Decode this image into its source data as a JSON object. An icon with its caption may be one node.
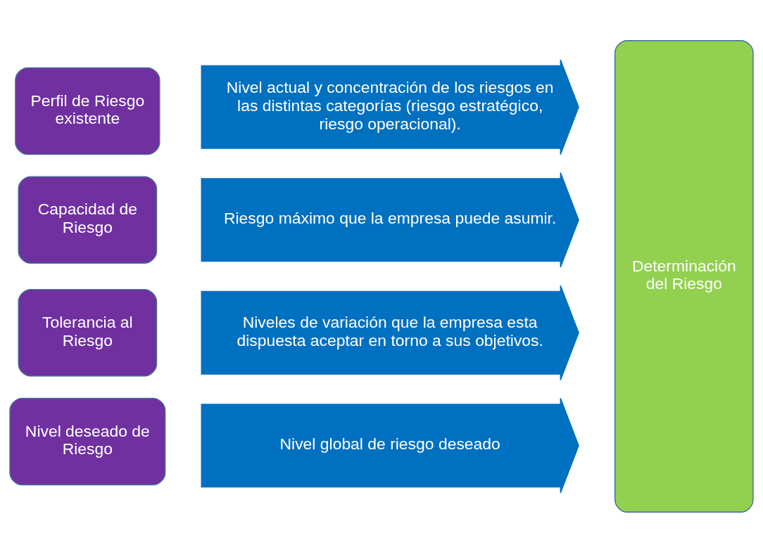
{
  "diagram": {
    "nodes": [
      {
        "text": [
          "Perfil de Riesgo existente"
        ]
      },
      {
        "text": [
          "Nivel actual y concentración de los riesgos en las distintas categorías (riesgo estratégico, riesgo operacional)."
        ]
      },
      {
        "text": [
          "Capacidad de Riesgo"
        ]
      },
      {
        "text": [
          "Riesgo máximo que la empresa puede asumir."
        ]
      },
      {
        "text": [
          "Tolerancia al Riesgo"
        ]
      },
      {
        "text": [
          "Niveles de variación que la empresa esta dispuesta aceptar en torno a sus objetivos."
        ]
      },
      {
        "text": [
          "Nivel deseado de Riesgo"
        ]
      },
      {
        "text": [
          "Nivel global de riesgo deseado"
        ]
      },
      {
        "text": [
          "Determinación del Riesgo"
        ]
      }
    ]
  }
}
